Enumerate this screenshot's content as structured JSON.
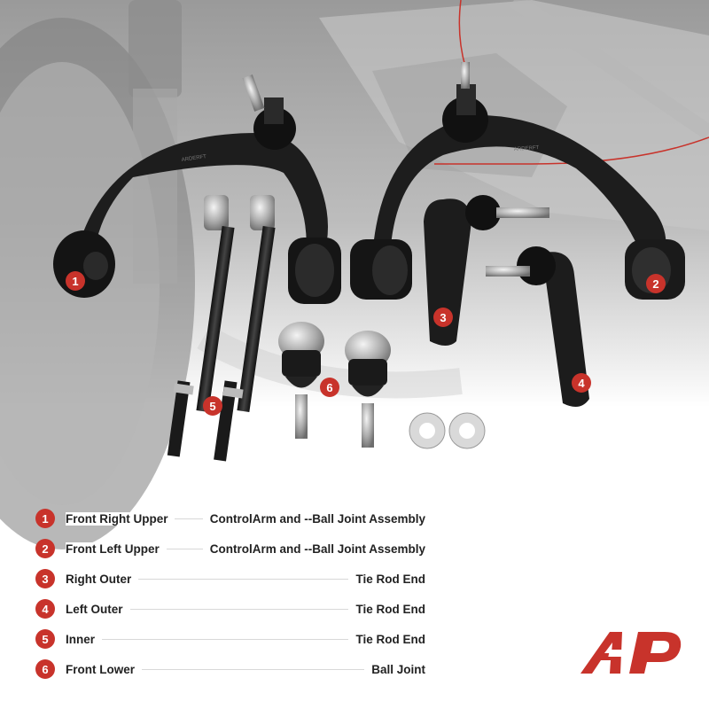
{
  "image_labels": {
    "engraving": "ARDERFT"
  },
  "colors": {
    "accent": "#c8332b",
    "text": "#222222",
    "leader": "#d8d8d8"
  },
  "legend": {
    "items": [
      {
        "number": "1",
        "label": "Front Right Upper",
        "value": "ControlArm and --Ball Joint Assembly"
      },
      {
        "number": "2",
        "label": "Front Left Upper",
        "value": "ControlArm and --Ball Joint Assembly"
      },
      {
        "number": "3",
        "label": "Right Outer",
        "value": "Tie Rod End"
      },
      {
        "number": "4",
        "label": "Left Outer",
        "value": "Tie Rod End"
      },
      {
        "number": "5",
        "label": "Inner",
        "value": "Tie Rod End"
      },
      {
        "number": "6",
        "label": "Front Lower",
        "value": "Ball Joint"
      }
    ]
  },
  "callouts": [
    "1",
    "2",
    "3",
    "4",
    "5",
    "6"
  ],
  "brand": {
    "logo_icon": "a-premium-logo-icon"
  }
}
